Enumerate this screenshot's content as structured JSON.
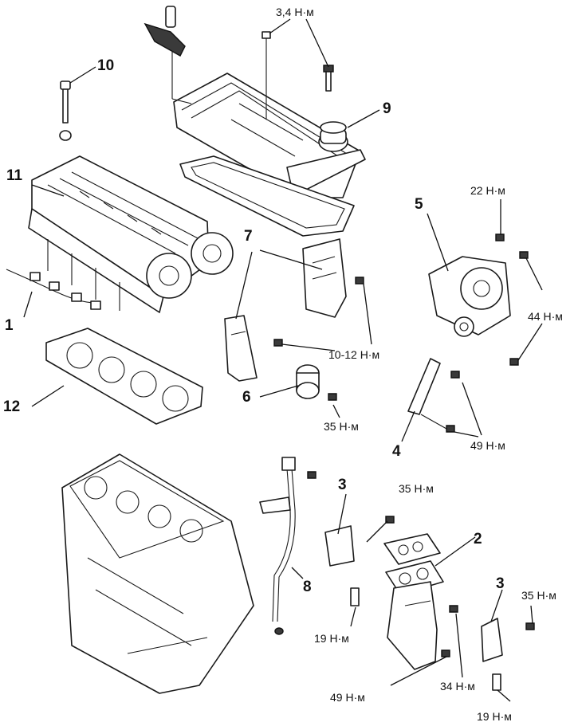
{
  "callouts": [
    {
      "id": "1",
      "text": "1"
    },
    {
      "id": "2",
      "text": "2"
    },
    {
      "id": "3",
      "text": "3"
    },
    {
      "id": "4",
      "text": "4"
    },
    {
      "id": "5",
      "text": "5"
    },
    {
      "id": "6",
      "text": "6"
    },
    {
      "id": "7",
      "text": "7"
    },
    {
      "id": "8",
      "text": "8"
    },
    {
      "id": "9",
      "text": "9"
    },
    {
      "id": "10",
      "text": "10"
    },
    {
      "id": "11",
      "text": "11"
    },
    {
      "id": "12",
      "text": "12"
    }
  ],
  "torques": [
    {
      "id": "t-valve-cover",
      "text": "3,4 Н·м"
    },
    {
      "id": "t-pump-top",
      "text": "22 Н·м"
    },
    {
      "id": "t-pump-side",
      "text": "44 Н·м"
    },
    {
      "id": "t-cover-bolts",
      "text": "10-12 Н·м"
    },
    {
      "id": "t-mount-6",
      "text": "35 Н·м"
    },
    {
      "id": "t-bracket-4",
      "text": "49 Н·м"
    },
    {
      "id": "t-bracket-3-top",
      "text": "35 Н·м"
    },
    {
      "id": "t-bracket-3-bottom",
      "text": "19 Н·м"
    },
    {
      "id": "t-elbow-2",
      "text": "49 Н·м"
    },
    {
      "id": "t-nut-2",
      "text": "34 Н·м"
    },
    {
      "id": "t-bracket-3b-top",
      "text": "35 Н·м"
    },
    {
      "id": "t-bracket-3b-bottom",
      "text": "19 Н·м"
    }
  ]
}
